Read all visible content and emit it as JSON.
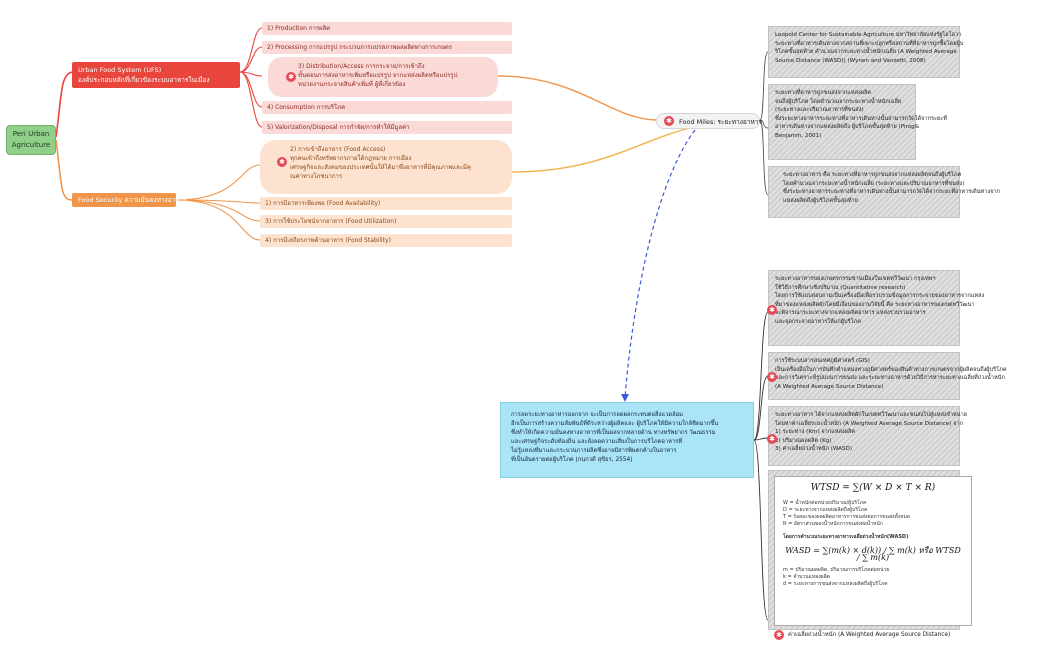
{
  "root": {
    "label_1": "Peri Urban",
    "label_2": "Agriculture"
  },
  "ufs": {
    "title": "Urban Food System (UFS)",
    "subtitle": "องค์ประกอบหลักที่เกี่ยวข้องระบบอาหารในเมือง",
    "items": [
      "1) Production การผลิต",
      "2) Processing การแปรรูป กระบวนการแปรสภาพผลผลิตทางการเกษตร",
      "4) Consumption การบริโภค",
      "5) Valorization/Disposal การกำจัด/การทำให้มีมูลค่า"
    ],
    "distribution": {
      "line_1": "3) Distribution/Access การกระจาย/การเข้าถึง",
      "line_2": "ขั้นตอนการส่งอาหารเพิ่มหรือแปรรูป จากแหล่งผลิตหรือแปรรูป",
      "line_3": "หน่วยงานกระจายสินค้าเพิ่มที่ ผู้ที่เกี่ยวข้อง"
    }
  },
  "fs": {
    "title": "Food Security ความมั่นคงทางอาหาร",
    "access": {
      "line_1": "2) การเข้าถึงอาหาร (Food Access)",
      "line_2": "ทุกคนเข้าถึงทรัพยากรภายใต้กฎหมาย การเมือง",
      "line_3": "เศรษฐกิจและสังคมของประเทศนั้นให้ได้มาซึ่งอาหารที่มีคุณภาพและมีคุ",
      "line_4": "ณค่าทางโภชนาการ"
    },
    "items": [
      "1) การมีอาหารเพียงพอ (Food Availability)",
      "3) การใช้ประโยชน์จากอาหาร (Food Utilization)",
      "4) การมีเสถียรภาพด้านอาหาร (Food Stability)"
    ]
  },
  "food_miles": {
    "label": "Food Miles: ระยะทางอาหาร"
  },
  "def_notes": {
    "n1": [
      "Leopold Center for Sustainable Agriculture มหาวิทยาลัยแห่งรัฐไอโอวา",
      "ระยะทางที่อาหารเดินทางจากสถานที่เพาะปลูกหรือสถานที่ที่อาหารถูกซื้อโดยผู้บ",
      "ริโภคขั้นสุดท้าย คำนวณจากระยะทางน้ำหนักเฉลี่ย (A Weighted Average",
      "Source Distance (WASD)) (Wynen and Vanzetti, 2008)"
    ],
    "n2": [
      "ระยะทางที่อาหารถูกขนส่งจากแหล่งผลิต",
      "จนถึงผู้บริโภค โดยคำนวณจากระยะทางน้ำหนักเฉลี่ย",
      "(ระยะทางและปริมาณอาหารที่ขนส่ง)",
      "ซึ่งระยะทางอาหารระยะทางที่อาหารเดินทางนั้นสามารถวัดได้จากระยะที่",
      "อาหารเดินทางจากแหล่งผลิตถึง ผู้บริโภคขั้นสุดท้าย (Pirog&",
      "Benjamin, 2001)"
    ],
    "n3": [
      "ระยะทางอาหาร คือ ระยะทางที่อาหารถูกขนส่งจากแหล่งผลิตจนถึงผู้บริโภค",
      "โดยคำนวณจากระยะทางน้ำหนักเฉลี่ย (ระยะทางและปริมาณอาหารที่ขนส่ง)",
      "ซึ่งระยะทางอาหารระยะทางที่อาหารเดินทางนั้นสามารถวัดได้จากระยะที่อาหารเดินทางจาก",
      "แหล่งผลิตถึงผู้บริโภคขั้นสุดท้าย"
    ]
  },
  "method_notes": {
    "n1": [
      "ระยะทางอาหารของเกษตรกรรมชานเมืองในเขตทวีวัฒนา กรุงเทพฯ",
      "ใช้วิธีการศึกษาเชิงปริมาณ (Quantitative research)",
      "โดยการใช้แบบสอบถามเป็นเครื่องมือเพื่อรวบรวมข้อมูลการกระจายของอาหารจากแหล่ง",
      "ที่มาของแหล่งผลิตผักโดยมีเงื่อนของงานวิจัยนี้ คือ ระยะทางอาหารของเขตทวีวัฒนา",
      "จะพิจารณาระยะทางจากแหล่งผลิตอาหาร แหล่งรวบรวมอาหาร",
      "และจุดกระจายอาหารให้แก่ผู้บริโภค"
    ],
    "n2": [
      "การใช้ระบบสารสนเทศภูมิศาสตร์ (GIS)",
      "เป็นเครื่องมือในการบันทึกตำแหน่งทางภูมิศาสตร์ของสินค้าทางการเกษตรจากผู้ผลิตจนถึงผู้บริโภค",
      "และการวิเคราะห์รูปแบบการขนส่ง และระยะทางอาหารด้วยวิธีการหาระยะทางเฉลี่ยที่ถ่วงน้ำหนัก",
      "(A Weighted Average Source Distance)"
    ],
    "n3": [
      "ระยะทางอาหาร ได้จากแหล่งผลิตผักในเขตทวีวัฒนาและขนส่งไปสู่แหล่งจำหน่าย",
      "โดยหาค่าเฉลี่ยระยะน้ำหนัก (A Weighted Average Source Distance) จาก",
      "1) ระยะทาง (Km) จากแหล่งผลิต",
      "2) ปริมาณผลผลิต (Kg)",
      "3) ค่าเฉลี่ยถ่วงน้ำหนัก (WASD)"
    ]
  },
  "formula": {
    "wtsd": "WTSD = ∑(W × D × T × R)",
    "defs": [
      "W = น้ำหนักต่อหน่วยปริมาณ/ผู้บริโภค",
      "D = ระยะทางจากแหล่งผลิตถึงผู้บริโภค",
      "T = ร้อยละของผลผลิตอาหารการขนส่งต่อการขนส่งทั้งหมด",
      "R = อัตราส่วนของน้ำหนักการขนส่งต่อน้ำหนัก"
    ],
    "wasd_title": "โดยการคำนวณระยะทางอาหารเฉลี่ยถ่วงน้ำหนัก(WASD)",
    "wasd": "WASD = ∑(m(k) × d(k)) / ∑ m(k)   หรือ   WTSD / ∑ m(k)",
    "vars": [
      "m = ปริมาณผลผลิต, ปริมาณการบริโภคต่อหน่วย",
      "k = จำนวนแหล่งผลิต",
      "d = ระยะทางการขนส่งจากแหล่งผลิตถึงผู้บริโภค"
    ],
    "caption": "ค่าเฉลี่ยถ่วงน้ำหนัก (A Weighted Average Source Distance)"
  },
  "blue_note": [
    "การลดระยะทางอาหารออกจาก จะเป็นการลดผลกระทบต่อสิ่งแวดล้อม",
    "อีกเป็นการสร้างความสัมพันธ์ที่ดีระหว่างผู้ผลิตและ ผู้บริโภคให้มีความใกล้ชิดมากขึ้น",
    "ซึ่งทำให้เกิดความมั่นคงทางอาหารที่เป็นผลจากหลายด้าน ทางทรัพยากร วัฒนธรรม",
    "และเศรษฐกิจระดับท้องถิ่น และยังลดความเสี่ยงในการบริโภคอาหารที่",
    "ไม่รู้แหล่งที่มาและกระบวนการผลิตซึ่งอาจมีสารพิษตกค้างในอาหาร",
    "ที่เป็นอันตรายต่อผู้บริโภค (กนกวดี สุขีธร, 2554)"
  ],
  "colors": {
    "red": "#e8453c",
    "orange": "#f0954a",
    "green": "#8fcf8a",
    "blue": "#a9e4f7",
    "dash": "#3b5bdb"
  }
}
